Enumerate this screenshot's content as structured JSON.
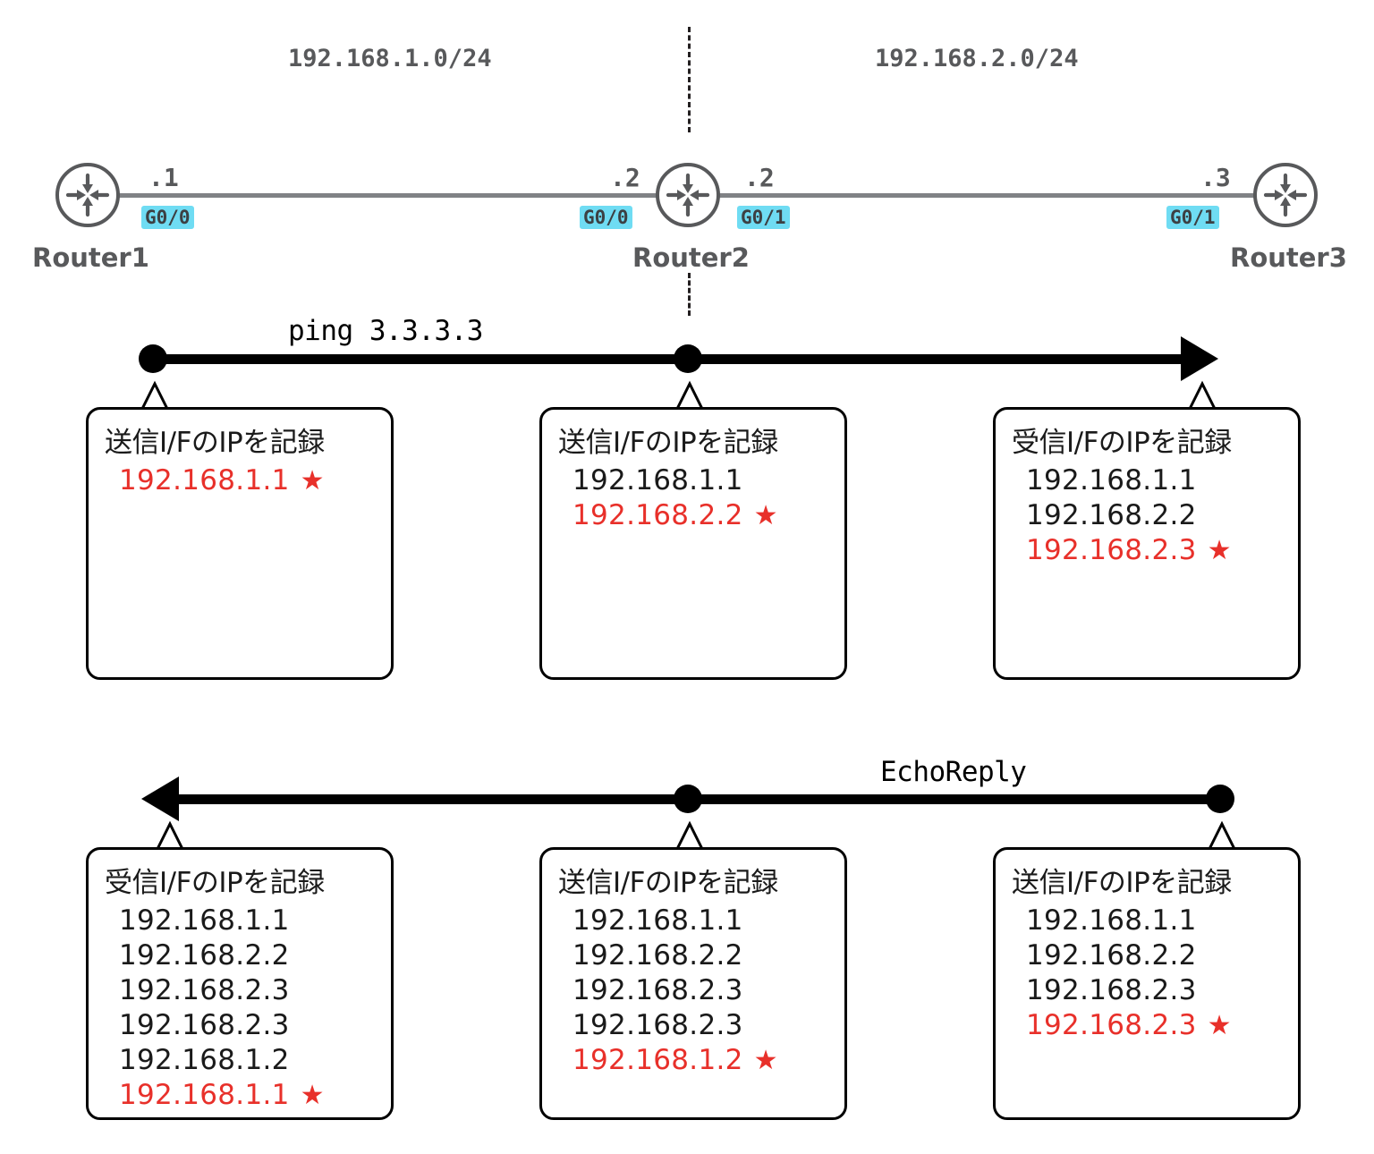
{
  "diagram": {
    "title": "ICMP echo record-route path diagram",
    "colors": {
      "router_outline": "#58595b",
      "link": "#808285",
      "interface_badge_bg": "#6fdcf3",
      "highlight_red": "#e8302a",
      "arrow_black": "#000000"
    },
    "subnets": [
      {
        "label": "192.168.1.0/24"
      },
      {
        "label": "192.168.2.0/24"
      }
    ],
    "routers": [
      {
        "name": "Router1",
        "icon": "router-icon"
      },
      {
        "name": "Router2",
        "icon": "router-icon"
      },
      {
        "name": "Router3",
        "icon": "router-icon"
      }
    ],
    "interfaces": [
      {
        "octet": ".1",
        "port": "G0/0",
        "router": "Router1"
      },
      {
        "octet": ".2",
        "port": "G0/0",
        "router": "Router2"
      },
      {
        "octet": ".2",
        "port": "G0/1",
        "router": "Router2"
      },
      {
        "octet": ".3",
        "port": "G0/1",
        "router": "Router3"
      }
    ]
  },
  "flows": [
    {
      "id": "request",
      "label": "ping 3.3.3.3",
      "direction": "right",
      "callouts": [
        {
          "title": "送信I/FのIPを記録",
          "entries": [
            {
              "ip": "192.168.1.1",
              "highlight": true,
              "star": "★"
            }
          ]
        },
        {
          "title": "送信I/FのIPを記録",
          "entries": [
            {
              "ip": "192.168.1.1",
              "highlight": false,
              "star": ""
            },
            {
              "ip": "192.168.2.2",
              "highlight": true,
              "star": "★"
            }
          ]
        },
        {
          "title": "受信I/FのIPを記録",
          "entries": [
            {
              "ip": "192.168.1.1",
              "highlight": false,
              "star": ""
            },
            {
              "ip": "192.168.2.2",
              "highlight": false,
              "star": ""
            },
            {
              "ip": "192.168.2.3",
              "highlight": true,
              "star": "★"
            }
          ]
        }
      ]
    },
    {
      "id": "reply",
      "label": "EchoReply",
      "direction": "left",
      "callouts": [
        {
          "title": "受信I/FのIPを記録",
          "entries": [
            {
              "ip": "192.168.1.1",
              "highlight": false,
              "star": ""
            },
            {
              "ip": "192.168.2.2",
              "highlight": false,
              "star": ""
            },
            {
              "ip": "192.168.2.3",
              "highlight": false,
              "star": ""
            },
            {
              "ip": "192.168.2.3",
              "highlight": false,
              "star": ""
            },
            {
              "ip": "192.168.1.2",
              "highlight": false,
              "star": ""
            },
            {
              "ip": "192.168.1.1",
              "highlight": true,
              "star": "★"
            }
          ]
        },
        {
          "title": "送信I/FのIPを記録",
          "entries": [
            {
              "ip": "192.168.1.1",
              "highlight": false,
              "star": ""
            },
            {
              "ip": "192.168.2.2",
              "highlight": false,
              "star": ""
            },
            {
              "ip": "192.168.2.3",
              "highlight": false,
              "star": ""
            },
            {
              "ip": "192.168.2.3",
              "highlight": false,
              "star": ""
            },
            {
              "ip": "192.168.1.2",
              "highlight": true,
              "star": "★"
            }
          ]
        },
        {
          "title": "送信I/FのIPを記録",
          "entries": [
            {
              "ip": "192.168.1.1",
              "highlight": false,
              "star": ""
            },
            {
              "ip": "192.168.2.2",
              "highlight": false,
              "star": ""
            },
            {
              "ip": "192.168.2.3",
              "highlight": false,
              "star": ""
            },
            {
              "ip": "192.168.2.3",
              "highlight": true,
              "star": "★"
            }
          ]
        }
      ]
    }
  ]
}
